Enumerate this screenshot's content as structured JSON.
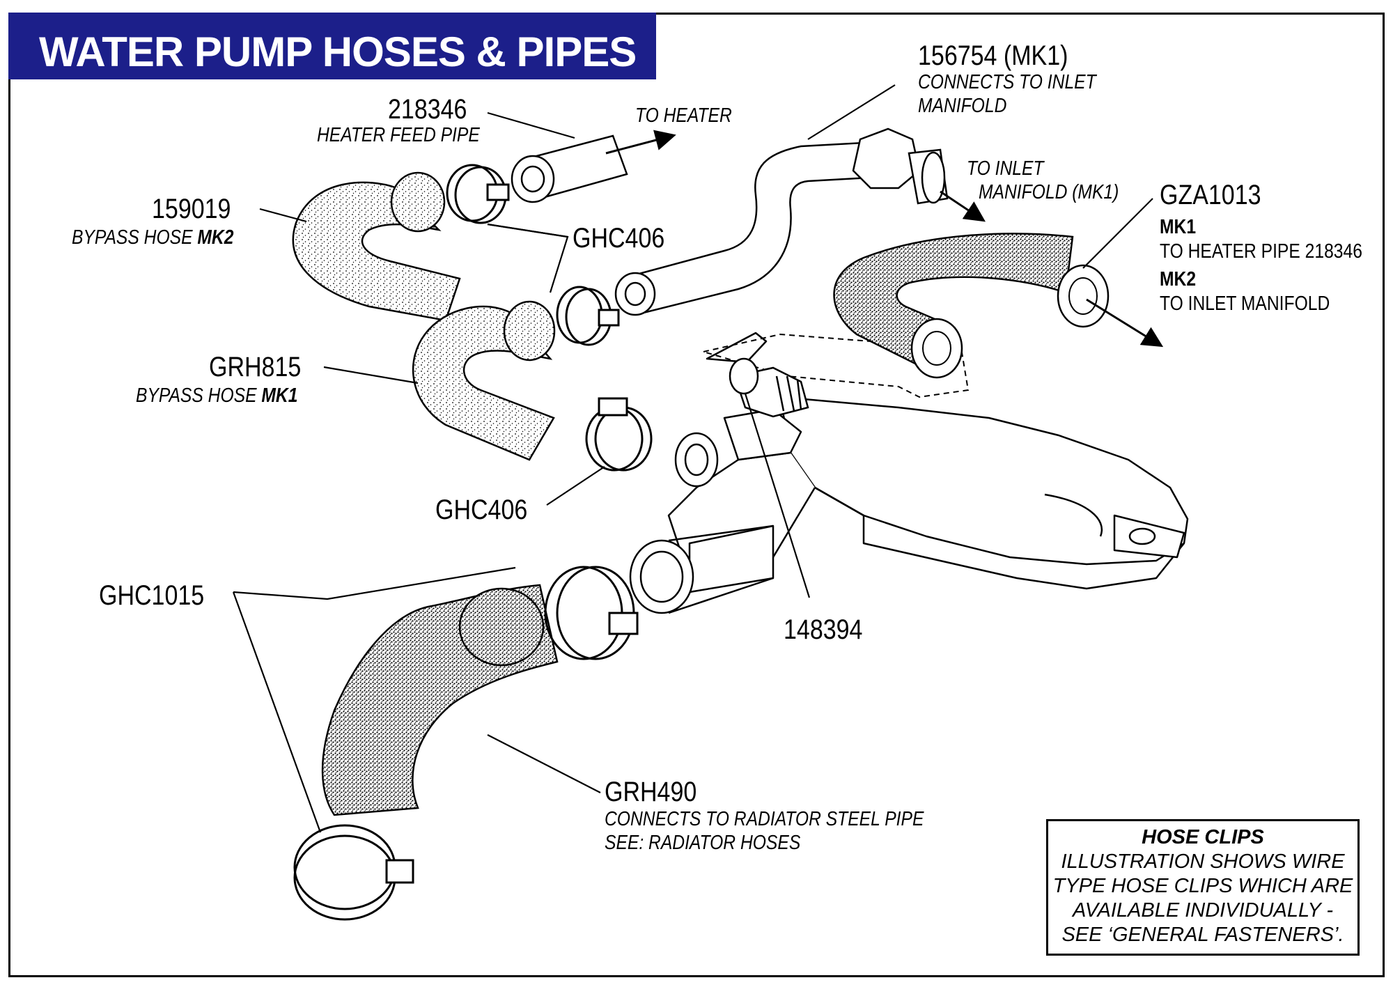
{
  "title": "WATER PUMP HOSES & PIPES",
  "colors": {
    "title_bg": "#1c1f8a",
    "title_fg": "#ffffff",
    "line": "#000000"
  },
  "labels": {
    "heater_feed": {
      "part": "218346",
      "desc": "HEATER FEED PIPE"
    },
    "to_heater": "TO HEATER",
    "inlet_pipe": {
      "part": "156754 (MK1)",
      "desc1": "CONNECTS TO INLET",
      "desc2": "MANIFOLD"
    },
    "to_inlet": {
      "line1": "TO INLET",
      "line2": "MANIFOLD (MK1)"
    },
    "bypass_mk2": {
      "part": "159019",
      "desc": "BYPASS HOSE ",
      "desc_bold": "MK2"
    },
    "clip_upper": "GHC406",
    "gza": {
      "part": "GZA1013",
      "mk1": "MK1",
      "mk1_desc": "TO HEATER PIPE 218346",
      "mk2": "MK2",
      "mk2_desc": "TO INLET MANIFOLD"
    },
    "bypass_mk1": {
      "part": "GRH815",
      "desc": "BYPASS HOSE ",
      "desc_bold": "MK1"
    },
    "clip_lower": "GHC406",
    "clip_large": "GHC1015",
    "adaptor": "148394",
    "grh490": {
      "part": "GRH490",
      "desc1": "CONNECTS TO RADIATOR STEEL PIPE",
      "desc2": "SEE: RADIATOR HOSES"
    }
  },
  "note": {
    "title": "HOSE CLIPS",
    "lines": [
      "ILLUSTRATION SHOWS WIRE",
      "TYPE HOSE CLIPS WHICH ARE",
      "AVAILABLE INDIVIDUALLY -",
      "SEE ‘GENERAL FASTENERS’."
    ]
  }
}
